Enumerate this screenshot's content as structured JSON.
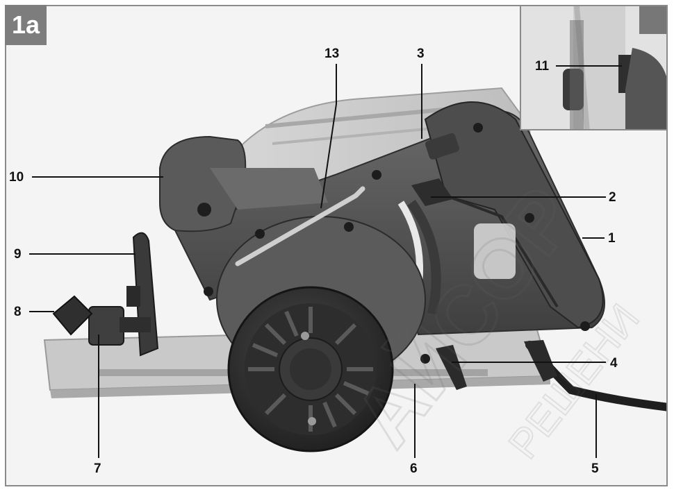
{
  "figure_label": "1a",
  "callouts": {
    "c1": "1",
    "c2": "2",
    "c3": "3",
    "c4": "4",
    "c5": "5",
    "c6": "6",
    "c7": "7",
    "c8": "8",
    "c9": "9",
    "c10": "10",
    "c11": "11",
    "c13": "13"
  },
  "watermark": {
    "text_large": "АЙСОР",
    "text_small": "РЕШЕНИ"
  }
}
